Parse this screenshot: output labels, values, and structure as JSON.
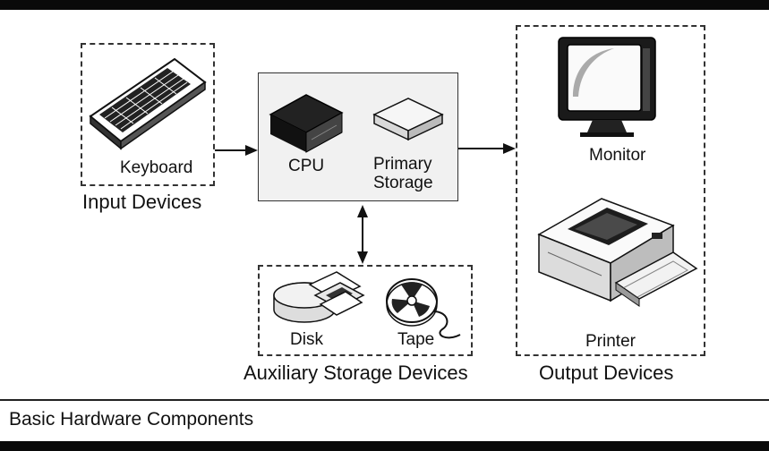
{
  "groups": {
    "input": {
      "title": "Input Devices",
      "device": "Keyboard",
      "icon": "keyboard-icon"
    },
    "system": {
      "cpu": "CPU",
      "storage_line1": "Primary",
      "storage_line2": "Storage",
      "cpu_icon": "cpu-box-icon",
      "storage_icon": "storage-box-icon"
    },
    "auxiliary": {
      "title": "Auxiliary Storage Devices",
      "disk": "Disk",
      "tape": "Tape",
      "disk_icon": "disk-icon",
      "tape_icon": "tape-reel-icon"
    },
    "output": {
      "title": "Output Devices",
      "monitor": "Monitor",
      "printer": "Printer",
      "monitor_icon": "monitor-icon",
      "printer_icon": "printer-icon"
    }
  },
  "caption": "Basic Hardware Components"
}
